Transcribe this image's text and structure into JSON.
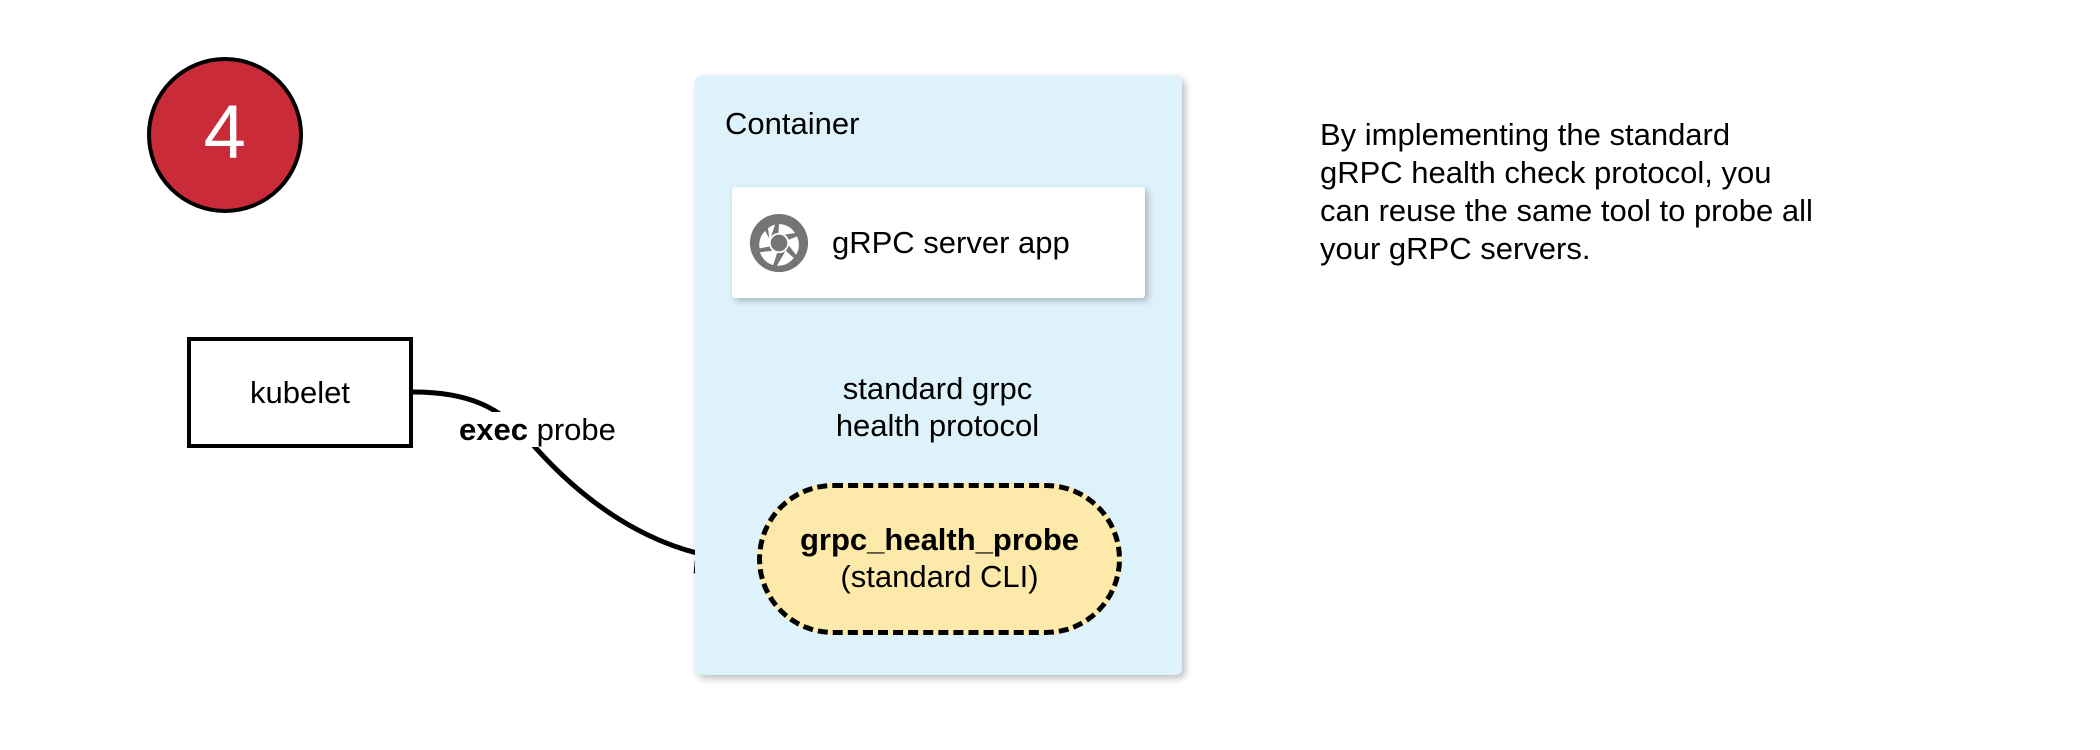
{
  "step": {
    "number": "4",
    "badge_color": "#C92B39",
    "badge_text_color": "#ffffff"
  },
  "kubelet": {
    "label": "kubelet"
  },
  "edges": {
    "exec_probe": {
      "label_bold": "exec",
      "label_rest": " probe",
      "from": "kubelet",
      "to": "grpc_health_probe"
    },
    "health_protocol": {
      "line1": "standard grpc",
      "line2": "health protocol",
      "from": "grpc_health_probe",
      "to": "grpc-server-app"
    }
  },
  "container": {
    "title": "Container",
    "fill_color": "#DEF2FC",
    "server_app": {
      "label": "gRPC server app",
      "icon": "aperture-icon",
      "icon_color": "#757575"
    },
    "probe": {
      "title": "grpc_health_probe",
      "subtitle": "(standard CLI)",
      "fill_color": "#FDE9A9",
      "border_style": "dashed"
    }
  },
  "caption": {
    "lines": [
      "By implementing the standard",
      "gRPC health check protocol, you",
      "can reuse the same tool to probe all",
      "your gRPC servers."
    ]
  }
}
